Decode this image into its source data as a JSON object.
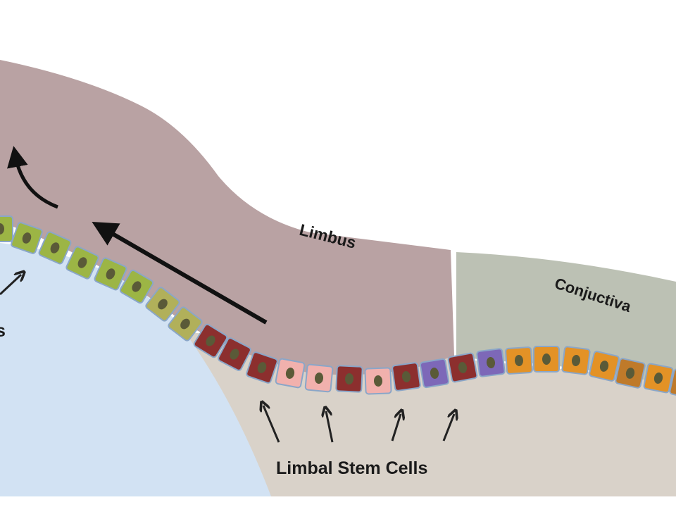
{
  "labels": {
    "limbus": "Limbus",
    "conjunctiva": "Conjuctiva",
    "stem_cells": "Limbal Stem Cells",
    "cut_off_left": "s"
  },
  "colors": {
    "background": "#ffffff",
    "limbus_stroma": "#b9a2a3",
    "conjunctiva_stroma": "#bcc1b4",
    "underlying_tissue": "#d9d2c9",
    "cornea_lens": "#d2e2f3",
    "cell_border": "#8aa6c8",
    "nucleus": "#5a5a38",
    "arrow": "#111111"
  },
  "cell_colors": {
    "corneal_epithelial": "#9cb545",
    "transit": "#b1b05a",
    "limbal_dark": "#8c2f2e",
    "limbal_pink": "#f1b1ad",
    "limbal_purple": "#7d68b8",
    "conjunctival": "#e39226",
    "conjunctival_dark": "#bf7a2a"
  },
  "cell_sequence": [
    "corneal_epithelial",
    "corneal_epithelial",
    "corneal_epithelial",
    "corneal_epithelial",
    "corneal_epithelial",
    "transit",
    "transit",
    "limbal_dark",
    "limbal_dark",
    "limbal_dark",
    "limbal_pink",
    "limbal_pink",
    "limbal_dark",
    "limbal_pink",
    "limbal_dark",
    "limbal_purple",
    "limbal_dark",
    "limbal_purple",
    "conjunctival",
    "conjunctival",
    "conjunctival",
    "conjunctival",
    "conjunctival_dark",
    "conjunctival",
    "conjunctival_dark",
    "conjunctival"
  ]
}
